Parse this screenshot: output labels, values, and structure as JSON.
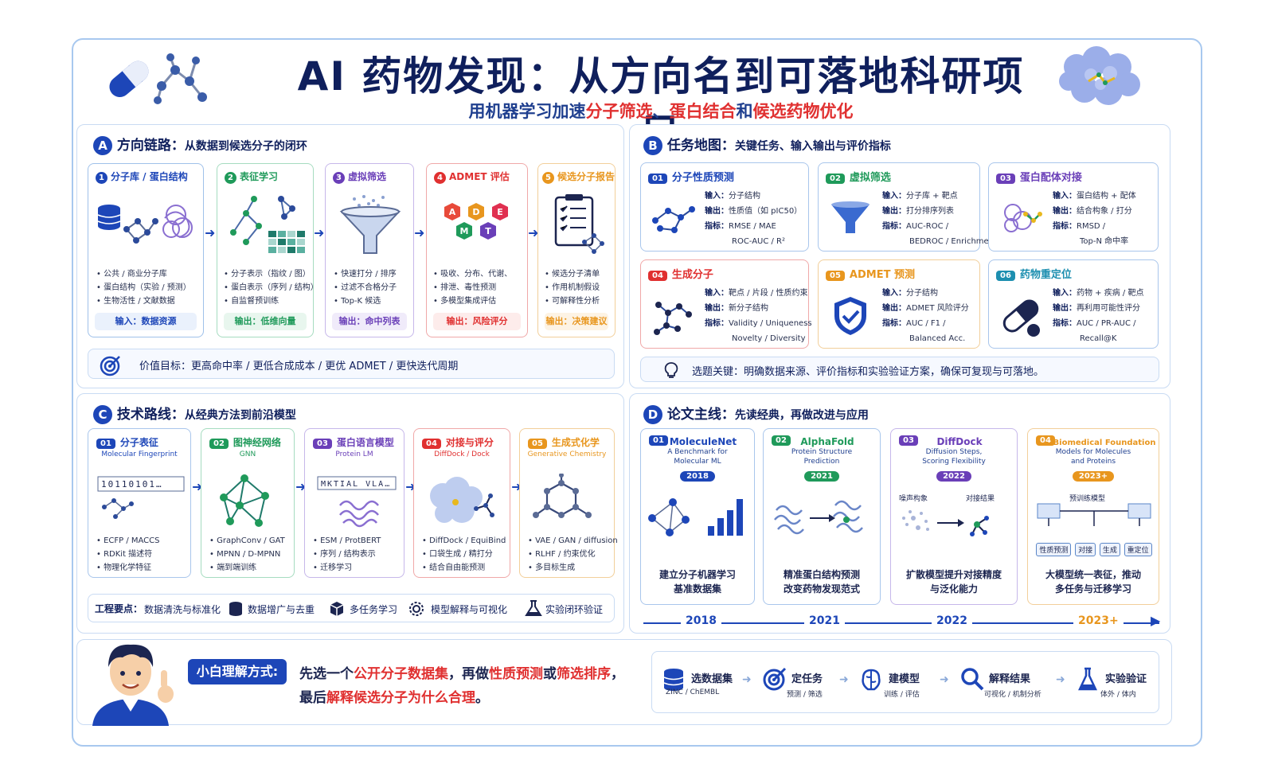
{
  "header": {
    "title": "AI 药物发现：从方向名到可落地科研项目",
    "subtitle_a": "用机器学习加速",
    "subtitle_b": "分子筛选",
    "subtitle_c": "、",
    "subtitle_d": "蛋白结合",
    "subtitle_e": "和",
    "subtitle_f": "候选药物优化"
  },
  "panelA": {
    "letter": "A",
    "title": "方向链路：",
    "subtitle": "从数据到候选分子的闭环",
    "steps": [
      {
        "n": "1",
        "title": "分子库 / 蛋白结构",
        "bullets": [
          "公共 / 商业分子库",
          "蛋白结构（实验 / 预测）",
          "生物活性 / 文献数据"
        ],
        "out": "输入：数据资源",
        "color": "#1d46b8"
      },
      {
        "n": "2",
        "title": "表征学习",
        "bullets": [
          "分子表示（指纹 / 图）",
          "蛋白表示（序列 / 结构）",
          "自监督预训练"
        ],
        "out": "输出：低维向量",
        "color": "#1f9a5a"
      },
      {
        "n": "3",
        "title": "虚拟筛选",
        "bullets": [
          "快速打分 / 排序",
          "过滤不合格分子",
          "Top-K 候选"
        ],
        "out": "输出：命中列表",
        "color": "#6a3fb8"
      },
      {
        "n": "4",
        "title": "ADMET 评估",
        "bullets": [
          "吸收、分布、代谢、",
          "排泄、毒性预测",
          "多模型集成评估"
        ],
        "out": "输出：风险评分",
        "color": "#e03030"
      },
      {
        "n": "5",
        "title": "候选分子报告",
        "bullets": [
          "候选分子清单",
          "作用机制假设",
          "可解释性分析"
        ],
        "out": "输出：决策建议",
        "color": "#e8961e"
      }
    ],
    "admet_letters": [
      "A",
      "D",
      "M",
      "T",
      "E"
    ],
    "value": "价值目标：更高命中率 / 更低合成成本 / 更优 ADMET / 更快迭代周期"
  },
  "panelB": {
    "letter": "B",
    "title": "任务地图：",
    "subtitle": "关键任务、输入输出与评价指标",
    "tasks": [
      {
        "n": "01",
        "title": "分子性质预测",
        "in": "分子结构",
        "out": "性质值（如 pIC50）",
        "m1": "RMSE / MAE",
        "m2": "ROC-AUC / R²",
        "color": "#1d46b8"
      },
      {
        "n": "02",
        "title": "虚拟筛选",
        "in": "分子库 + 靶点",
        "out": "打分排序列表",
        "m1": "AUC-ROC /",
        "m2": "BEDROC / Enrichment",
        "color": "#1f9a5a"
      },
      {
        "n": "03",
        "title": "蛋白配体对接",
        "in": "蛋白结构 + 配体",
        "out": "结合构象 / 打分",
        "m1": "RMSD /",
        "m2": "Top-N 命中率",
        "color": "#6a3fb8"
      },
      {
        "n": "04",
        "title": "生成分子",
        "in": "靶点 / 片段 / 性质约束",
        "out": "新分子结构",
        "m1": "Validity / Uniqueness",
        "m2": "Novelty / Diversity",
        "color": "#e03030"
      },
      {
        "n": "05",
        "title": "ADMET 预测",
        "in": "分子结构",
        "out": "ADMET 风险评分",
        "m1": "AUC / F1 /",
        "m2": "Balanced Acc.",
        "color": "#e8961e"
      },
      {
        "n": "06",
        "title": "药物重定位",
        "in": "药物 + 疾病 / 靶点",
        "out": "再利用可能性评分",
        "m1": "AUC / PR-AUC /",
        "m2": "Recall@K",
        "color": "#1d8fb0"
      }
    ],
    "lbl_in": "输入：",
    "lbl_out": "输出：",
    "lbl_m": "指标：",
    "key": "选题关键：明确数据来源、评价指标和实验验证方案，确保可复现与可落地。"
  },
  "panelC": {
    "letter": "C",
    "title": "技术路线：",
    "subtitle": "从经典方法到前沿模型",
    "cols": [
      {
        "n": "01",
        "title": "分子表征",
        "en": "Molecular Fingerprint",
        "bullets": [
          "ECFP / MACCS",
          "RDKit 描述符",
          "物理化学特征"
        ],
        "color": "#1d46b8"
      },
      {
        "n": "02",
        "title": "图神经网络",
        "en": "GNN",
        "bullets": [
          "GraphConv / GAT",
          "MPNN / D-MPNN",
          "端到端训练"
        ],
        "color": "#1f9a5a"
      },
      {
        "n": "03",
        "title": "蛋白语言模型",
        "en": "Protein LM",
        "bullets": [
          "ESM / ProtBERT",
          "序列 / 结构表示",
          "迁移学习"
        ],
        "color": "#6a3fb8"
      },
      {
        "n": "04",
        "title": "对接与评分",
        "en": "DiffDock / Dock",
        "bullets": [
          "DiffDock / EquiBind",
          "口袋生成 / 精打分",
          "结合自由能预测"
        ],
        "color": "#e03030"
      },
      {
        "n": "05",
        "title": "生成式化学",
        "en": "Generative Chemistry",
        "bullets": [
          "VAE / GAN / diffusion",
          "RLHF / 约束优化",
          "多目标生成"
        ],
        "color": "#e8961e"
      }
    ],
    "bits": "10110101…",
    "seq": "MKTIAL VLA…",
    "eng_label": "工程要点：",
    "eng": [
      "数据清洗与标准化",
      "数据增广与去重",
      "多任务学习",
      "模型解释与可视化",
      "实验闭环验证"
    ]
  },
  "panelD": {
    "letter": "D",
    "title": "论文主线：",
    "subtitle": "先读经典，再做改进与应用",
    "papers": [
      {
        "n": "01",
        "title": "MoleculeNet",
        "s1": "A Benchmark for",
        "s2": "Molecular ML",
        "year": "2018",
        "f1": "建立分子机器学习",
        "f2": "基准数据集",
        "color": "#1d46b8"
      },
      {
        "n": "02",
        "title": "AlphaFold",
        "s1": "Protein Structure",
        "s2": "Prediction",
        "year": "2021",
        "f1": "精准蛋白结构预测",
        "f2": "改变药物发现范式",
        "color": "#1f9a5a"
      },
      {
        "n": "03",
        "title": "DiffDock",
        "s1": "Diffusion Steps,",
        "s2": "Scoring Flexibility",
        "year": "2022",
        "f1": "扩散模型提升对接精度",
        "f2": "与泛化能力",
        "color": "#6a3fb8"
      },
      {
        "n": "04",
        "title": "Biomedical Foundation",
        "s1": "Models for Molecules",
        "s2": "and Proteins",
        "year": "2023+",
        "f1": "大模型统一表征，推动",
        "f2": "多任务与迁移学习",
        "color": "#e8961e"
      }
    ],
    "noise": "噪声构象",
    "dock": "对接结果",
    "pretrain": "预训练模型",
    "ftags": [
      "性质预测",
      "对接",
      "生成",
      "重定位"
    ],
    "timeline": [
      "2018",
      "2021",
      "2022",
      "2023+"
    ]
  },
  "bottom": {
    "badge": "小白理解方式:",
    "l1a": "先选一个",
    "l1b": "公开分子数据集",
    "l1c": "，再做",
    "l1d": "性质预测",
    "l1e": "或",
    "l1f": "筛选排序",
    "l1g": "，",
    "l2a": "最后",
    "l2b": "解释候选分子为什么合理",
    "l2c": "。",
    "steps": [
      {
        "t": "选数据集",
        "s": "ZINC / ChEMBL"
      },
      {
        "t": "定任务",
        "s": "预测 / 筛选"
      },
      {
        "t": "建模型",
        "s": "训练 / 评估"
      },
      {
        "t": "解释结果",
        "s": "可视化 / 机制分析"
      },
      {
        "t": "实验验证",
        "s": "体外 / 体内"
      }
    ]
  }
}
